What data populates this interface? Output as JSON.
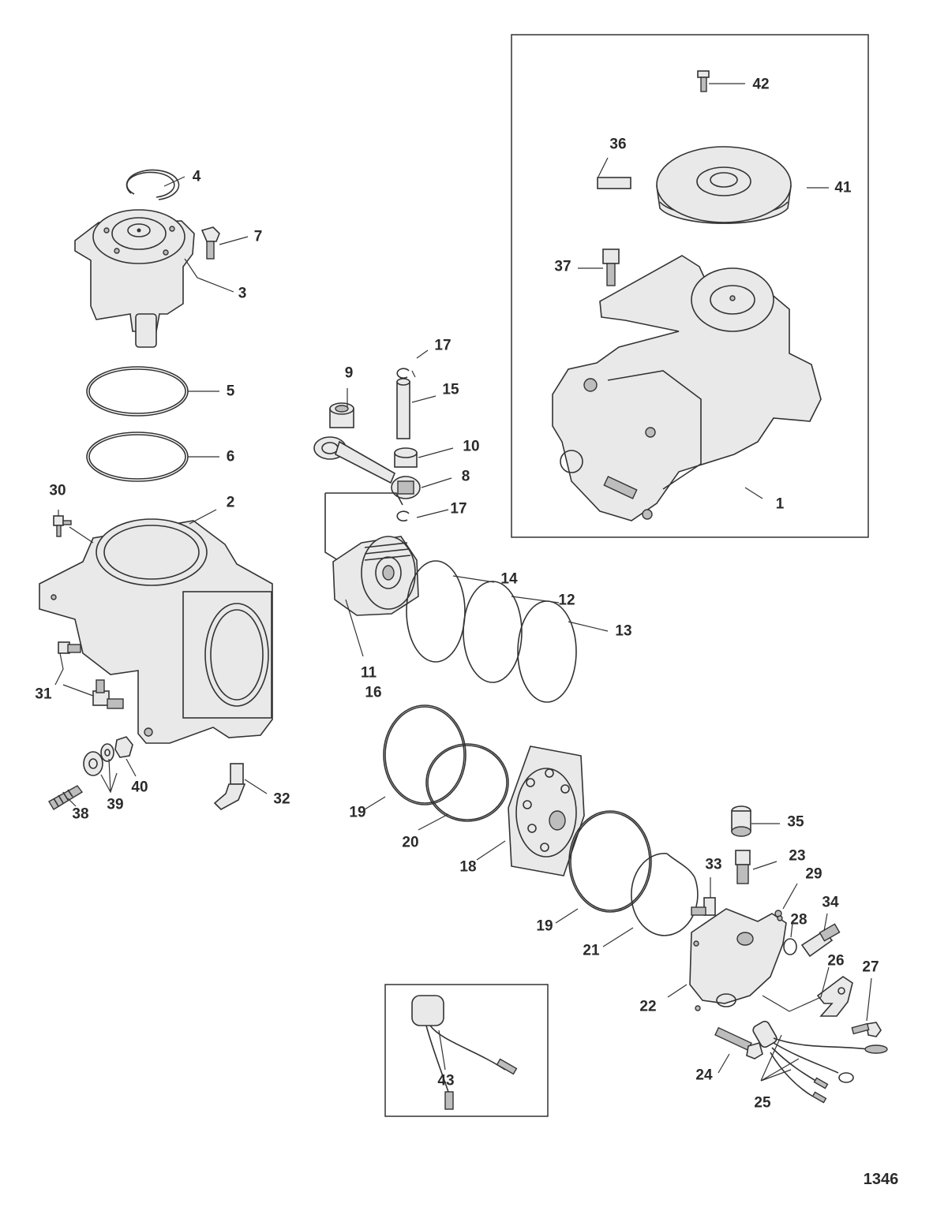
{
  "figure_number": "1346",
  "callouts": [
    {
      "id": "c4",
      "label": "4"
    },
    {
      "id": "c7",
      "label": "7"
    },
    {
      "id": "c3",
      "label": "3"
    },
    {
      "id": "c5",
      "label": "5"
    },
    {
      "id": "c6",
      "label": "6"
    },
    {
      "id": "c30",
      "label": "30"
    },
    {
      "id": "c2",
      "label": "2"
    },
    {
      "id": "c31",
      "label": "31"
    },
    {
      "id": "c38",
      "label": "38"
    },
    {
      "id": "c39",
      "label": "39"
    },
    {
      "id": "c40",
      "label": "40"
    },
    {
      "id": "c32",
      "label": "32"
    },
    {
      "id": "c17a",
      "label": "17"
    },
    {
      "id": "c9",
      "label": "9"
    },
    {
      "id": "c15",
      "label": "15"
    },
    {
      "id": "c10",
      "label": "10"
    },
    {
      "id": "c8",
      "label": "8"
    },
    {
      "id": "c17b",
      "label": "17"
    },
    {
      "id": "c14",
      "label": "14"
    },
    {
      "id": "c12",
      "label": "12"
    },
    {
      "id": "c13",
      "label": "13"
    },
    {
      "id": "c11",
      "label": "11"
    },
    {
      "id": "c16",
      "label": "16"
    },
    {
      "id": "c19a",
      "label": "19"
    },
    {
      "id": "c20",
      "label": "20"
    },
    {
      "id": "c18",
      "label": "18"
    },
    {
      "id": "c19b",
      "label": "19"
    },
    {
      "id": "c21",
      "label": "21"
    },
    {
      "id": "c42",
      "label": "42"
    },
    {
      "id": "c36",
      "label": "36"
    },
    {
      "id": "c41",
      "label": "41"
    },
    {
      "id": "c37",
      "label": "37"
    },
    {
      "id": "c1",
      "label": "1"
    },
    {
      "id": "c35",
      "label": "35"
    },
    {
      "id": "c23",
      "label": "23"
    },
    {
      "id": "c33",
      "label": "33"
    },
    {
      "id": "c29",
      "label": "29"
    },
    {
      "id": "c34",
      "label": "34"
    },
    {
      "id": "c28",
      "label": "28"
    },
    {
      "id": "c26",
      "label": "26"
    },
    {
      "id": "c27",
      "label": "27"
    },
    {
      "id": "c22",
      "label": "22"
    },
    {
      "id": "c24",
      "label": "24"
    },
    {
      "id": "c25",
      "label": "25"
    },
    {
      "id": "c43",
      "label": "43"
    }
  ]
}
